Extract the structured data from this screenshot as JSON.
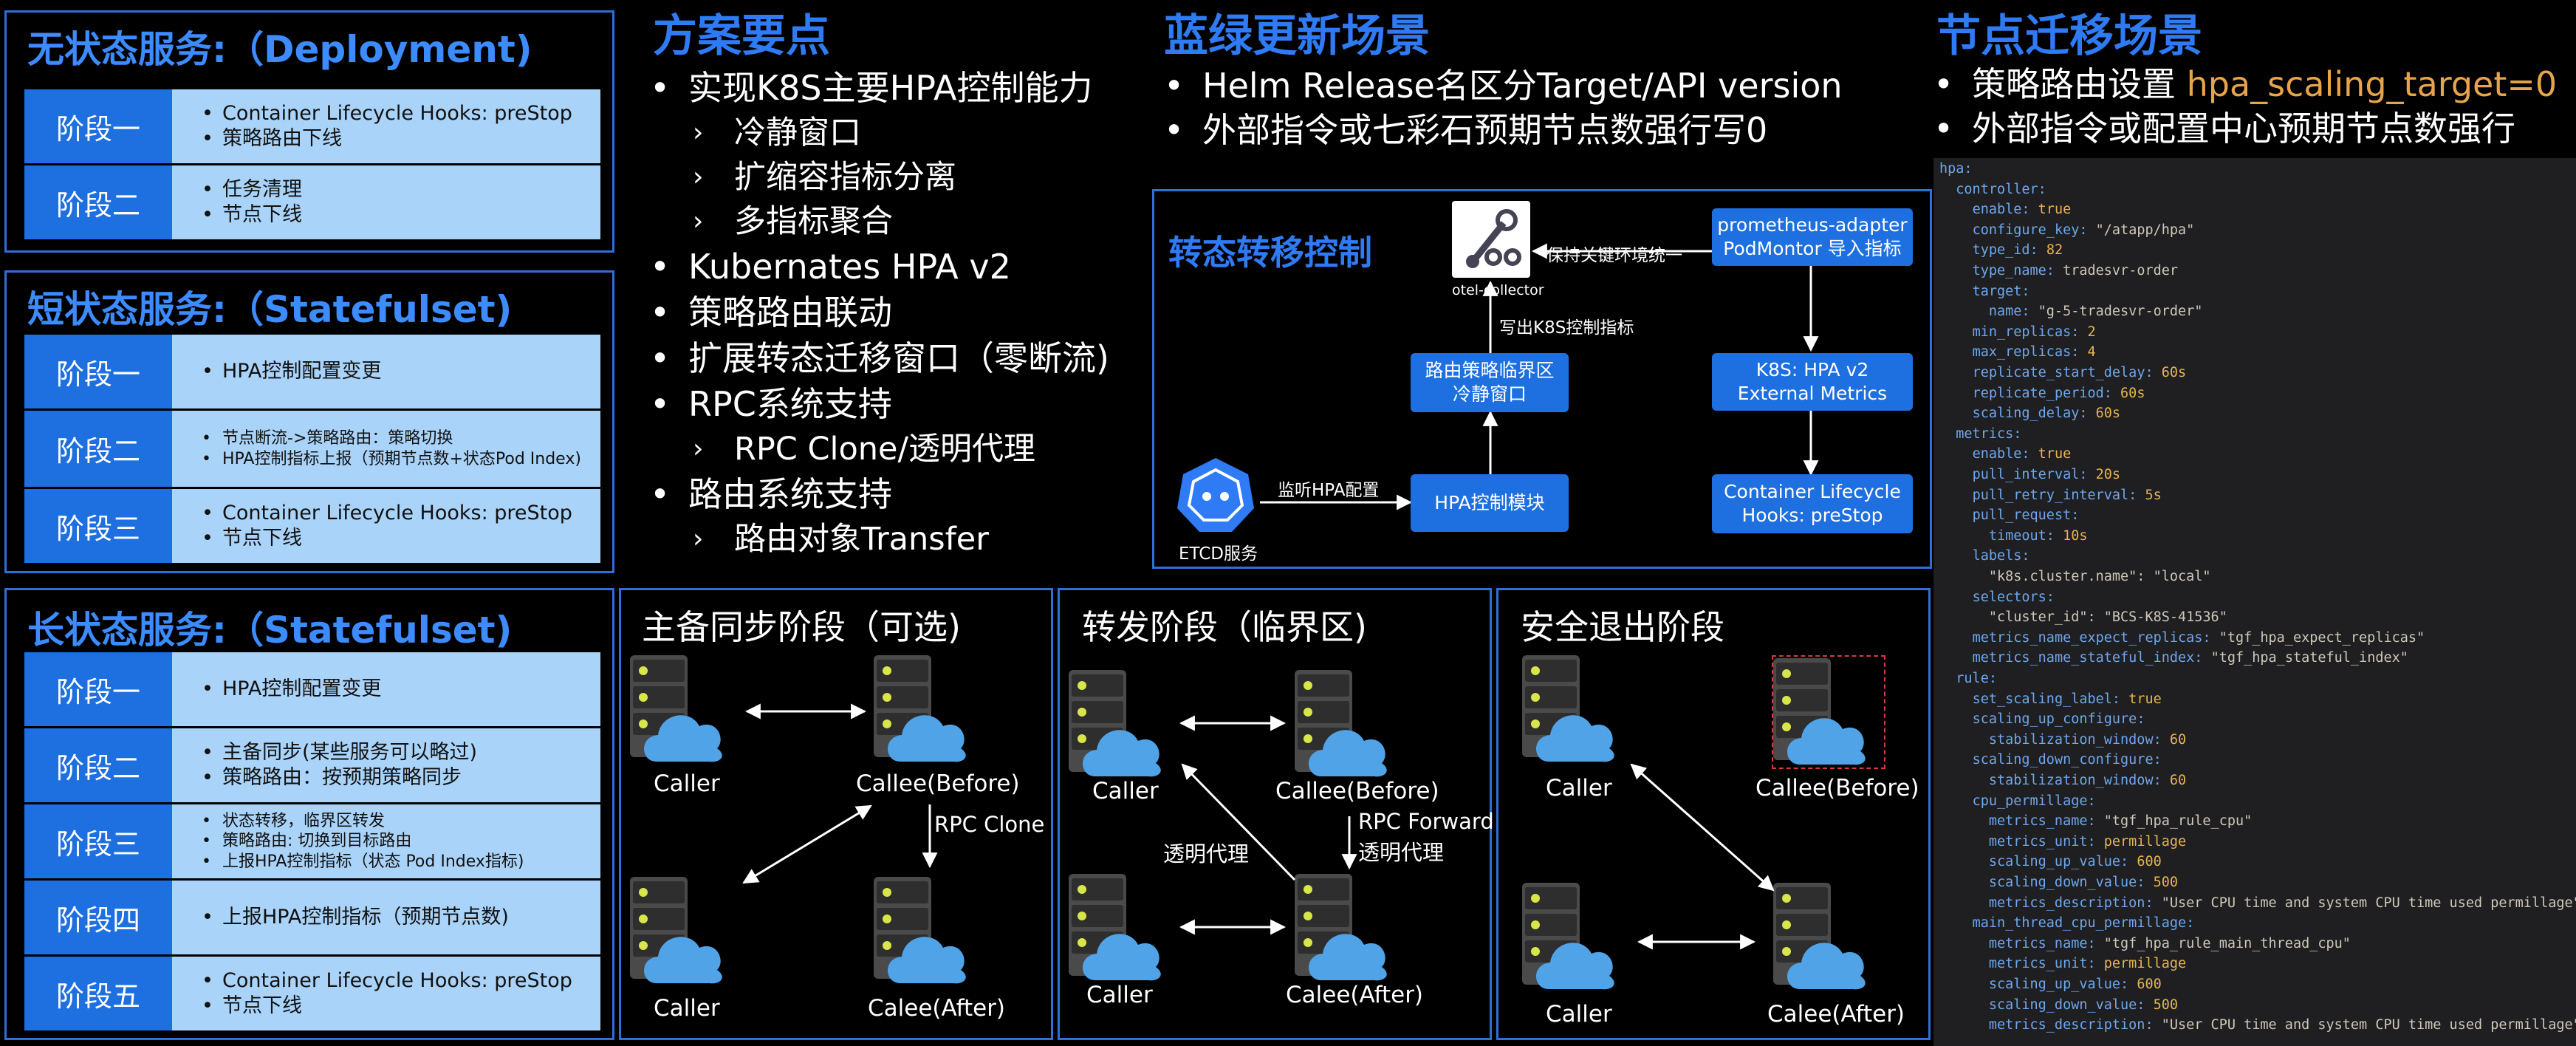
{
  "colors": {
    "accent": "#2f7bf5",
    "stage_label_bg": "#1e6fe0",
    "stage_content_bg": "#a9d3f9",
    "highlight": "#e8a44a",
    "cloud": "#4fa3e6"
  },
  "stateless": {
    "title": "无状态服务:（Deployment)",
    "stages": [
      {
        "label": "阶段一",
        "items": [
          "Container Lifecycle Hooks: preStop",
          "策略路由下线"
        ]
      },
      {
        "label": "阶段二",
        "items": [
          "任务清理",
          "节点下线"
        ]
      }
    ]
  },
  "short_state": {
    "title": "短状态服务:（Statefulset)",
    "stages": [
      {
        "label": "阶段一",
        "items": [
          "HPA控制配置变更"
        ]
      },
      {
        "label": "阶段二",
        "items": [
          "节点断流->策略路由：策略切换",
          "HPA控制指标上报（预期节点数+状态Pod Index)"
        ]
      },
      {
        "label": "阶段三",
        "items": [
          "Container Lifecycle Hooks: preStop",
          "节点下线"
        ]
      }
    ]
  },
  "long_state": {
    "title": "长状态服务:（Statefulset)",
    "stages": [
      {
        "label": "阶段一",
        "items": [
          "HPA控制配置变更"
        ]
      },
      {
        "label": "阶段二",
        "items": [
          "主备同步(某些服务可以略过)",
          "策略路由：按预期策略同步"
        ]
      },
      {
        "label": "阶段三",
        "items": [
          "状态转移，临界区转发",
          "策略路由: 切换到目标路由",
          "上报HPA控制指标（状态 Pod Index指标)"
        ]
      },
      {
        "label": "阶段四",
        "items": [
          "上报HPA控制指标（预期节点数)"
        ]
      },
      {
        "label": "阶段五",
        "items": [
          "Container Lifecycle Hooks: preStop",
          "节点下线"
        ]
      }
    ]
  },
  "solution": {
    "title": "方案要点",
    "items": [
      {
        "level": 1,
        "text": "实现K8S主要HPA控制能力"
      },
      {
        "level": 2,
        "text": "冷静窗口"
      },
      {
        "level": 2,
        "text": "扩缩容指标分离"
      },
      {
        "level": 2,
        "text": "多指标聚合"
      },
      {
        "level": 1,
        "text": "Kubernates HPA v2"
      },
      {
        "level": 1,
        "text": "策略路由联动"
      },
      {
        "level": 1,
        "text": "扩展转态迁移窗口（零断流)"
      },
      {
        "level": 1,
        "text": "RPC系统支持"
      },
      {
        "level": 2,
        "text": "RPC Clone/透明代理"
      },
      {
        "level": 1,
        "text": " 路由系统支持"
      },
      {
        "level": 2,
        "text": "路由对象Transfer"
      }
    ]
  },
  "blue_green": {
    "title": "蓝绿更新场景",
    "items": [
      "Helm Release名区分Target/API version",
      "外部指令或七彩石预期节点数强行写0"
    ]
  },
  "node_migration": {
    "title": "节点迁移场景",
    "item1_prefix": "策略路由设置 ",
    "item1_highlight": "hpa_scaling_target=0",
    "item2": "外部指令或配置中心预期节点数强行"
  },
  "transfer_diagram": {
    "title": "转态转移控制",
    "otel_label": "otel-collector",
    "keep_env": "保持关键环境统一",
    "prometheus": [
      "prometheus-adapter",
      "PodMontor 导入指标"
    ],
    "write_metrics": "写出K8S控制指标",
    "route_window": [
      "路由策略临界区",
      "冷静窗口"
    ],
    "k8s_hpa": [
      "K8S: HPA v2",
      "External Metrics"
    ],
    "listen_hpa": "监听HPA配置",
    "hpa_module": "HPA控制模块",
    "lifecycle": [
      "Container Lifecycle",
      "Hooks: preStop"
    ],
    "etcd": "ETCD服务"
  },
  "sync_panel": {
    "title": "主备同步阶段（可选)",
    "caller1": "Caller",
    "callee_before": "Callee(Before)",
    "rpc_clone": "RPC Clone",
    "caller2": "Caller",
    "calee_after": "Calee(After)"
  },
  "forward_panel": {
    "title": "转发阶段（临界区)",
    "caller1": "Caller",
    "callee_before": "Callee(Before)",
    "transparent_proxy": "透明代理",
    "rpc_forward": "RPC Forward",
    "rpc_forward_proxy": "透明代理",
    "caller2": "Caller",
    "calee_after": "Calee(After)"
  },
  "exit_panel": {
    "title": "安全退出阶段",
    "caller1": "Caller",
    "callee_before": "Callee(Before)",
    "caller2": "Caller",
    "calee_after": "Calee(After)"
  },
  "code": [
    [
      [
        0,
        "k",
        "hpa:"
      ]
    ],
    [
      [
        1,
        "k",
        "controller:"
      ]
    ],
    [
      [
        2,
        "k",
        "enable: "
      ],
      [
        0,
        "v",
        "true"
      ]
    ],
    [
      [
        2,
        "k",
        "configure_key: "
      ],
      [
        0,
        "s",
        "\"/atapp/hpa\""
      ]
    ],
    [
      [
        2,
        "k",
        "type_id: "
      ],
      [
        0,
        "v",
        "82"
      ]
    ],
    [
      [
        2,
        "k",
        "type_name: "
      ],
      [
        0,
        "s",
        "tradesvr-order"
      ]
    ],
    [
      [
        2,
        "k",
        "target:"
      ]
    ],
    [
      [
        3,
        "k",
        "name: "
      ],
      [
        0,
        "s",
        "\"g-5-tradesvr-order\""
      ]
    ],
    [
      [
        2,
        "k",
        "min_replicas: "
      ],
      [
        0,
        "v",
        "2"
      ]
    ],
    [
      [
        2,
        "k",
        "max_replicas: "
      ],
      [
        0,
        "v",
        "4"
      ]
    ],
    [
      [
        2,
        "k",
        "replicate_start_delay: "
      ],
      [
        0,
        "v",
        "60s"
      ]
    ],
    [
      [
        2,
        "k",
        "replicate_period: "
      ],
      [
        0,
        "v",
        "60s"
      ]
    ],
    [
      [
        2,
        "k",
        "scaling_delay: "
      ],
      [
        0,
        "v",
        "60s"
      ]
    ],
    [
      [
        1,
        "k",
        "metrics:"
      ]
    ],
    [
      [
        2,
        "k",
        "enable: "
      ],
      [
        0,
        "v",
        "true"
      ]
    ],
    [
      [
        2,
        "k",
        "pull_interval: "
      ],
      [
        0,
        "v",
        "20s"
      ]
    ],
    [
      [
        2,
        "k",
        "pull_retry_interval: "
      ],
      [
        0,
        "v",
        "5s"
      ]
    ],
    [
      [
        2,
        "k",
        "pull_request:"
      ]
    ],
    [
      [
        3,
        "k",
        "timeout: "
      ],
      [
        0,
        "v",
        "10s"
      ]
    ],
    [
      [
        2,
        "k",
        "labels:"
      ]
    ],
    [
      [
        3,
        "s",
        "\"k8s.cluster.name\": \"local\""
      ]
    ],
    [
      [
        2,
        "k",
        "selectors:"
      ]
    ],
    [
      [
        3,
        "s",
        "\"cluster_id\": \"BCS-K8S-41536\""
      ]
    ],
    [
      [
        2,
        "k",
        "metrics_name_expect_replicas: "
      ],
      [
        0,
        "s",
        "\"tgf_hpa_expect_replicas\""
      ]
    ],
    [
      [
        2,
        "k",
        "metrics_name_stateful_index: "
      ],
      [
        0,
        "s",
        "\"tgf_hpa_stateful_index\""
      ]
    ],
    [
      [
        1,
        "k",
        "rule:"
      ]
    ],
    [
      [
        2,
        "k",
        "set_scaling_label: "
      ],
      [
        0,
        "v",
        "true"
      ]
    ],
    [
      [
        2,
        "k",
        "scaling_up_configure:"
      ]
    ],
    [
      [
        3,
        "k",
        "stabilization_window: "
      ],
      [
        0,
        "v",
        "60"
      ]
    ],
    [
      [
        2,
        "k",
        "scaling_down_configure:"
      ]
    ],
    [
      [
        3,
        "k",
        "stabilization_window: "
      ],
      [
        0,
        "v",
        "60"
      ]
    ],
    [
      [
        2,
        "k",
        "cpu_permillage:"
      ]
    ],
    [
      [
        3,
        "k",
        "metrics_name: "
      ],
      [
        0,
        "s",
        "\"tgf_hpa_rule_cpu\""
      ]
    ],
    [
      [
        3,
        "k",
        "metrics_unit: "
      ],
      [
        0,
        "v",
        "permillage"
      ]
    ],
    [
      [
        3,
        "k",
        "scaling_up_value: "
      ],
      [
        0,
        "v",
        "600"
      ]
    ],
    [
      [
        3,
        "k",
        "scaling_down_value: "
      ],
      [
        0,
        "v",
        "500"
      ]
    ],
    [
      [
        3,
        "k",
        "metrics_description: "
      ],
      [
        0,
        "s",
        "\"User CPU time and system CPU time used permillage\""
      ]
    ],
    [
      [
        2,
        "k",
        "main_thread_cpu_permillage:"
      ]
    ],
    [
      [
        3,
        "k",
        "metrics_name: "
      ],
      [
        0,
        "s",
        "\"tgf_hpa_rule_main_thread_cpu\""
      ]
    ],
    [
      [
        3,
        "k",
        "metrics_unit: "
      ],
      [
        0,
        "v",
        "permillage"
      ]
    ],
    [
      [
        3,
        "k",
        "scaling_up_value: "
      ],
      [
        0,
        "v",
        "600"
      ]
    ],
    [
      [
        3,
        "k",
        "scaling_down_value: "
      ],
      [
        0,
        "v",
        "500"
      ]
    ],
    [
      [
        3,
        "k",
        "metrics_description: "
      ],
      [
        0,
        "s",
        "\"User CPU time and system CPU time used permillage\""
      ]
    ]
  ]
}
